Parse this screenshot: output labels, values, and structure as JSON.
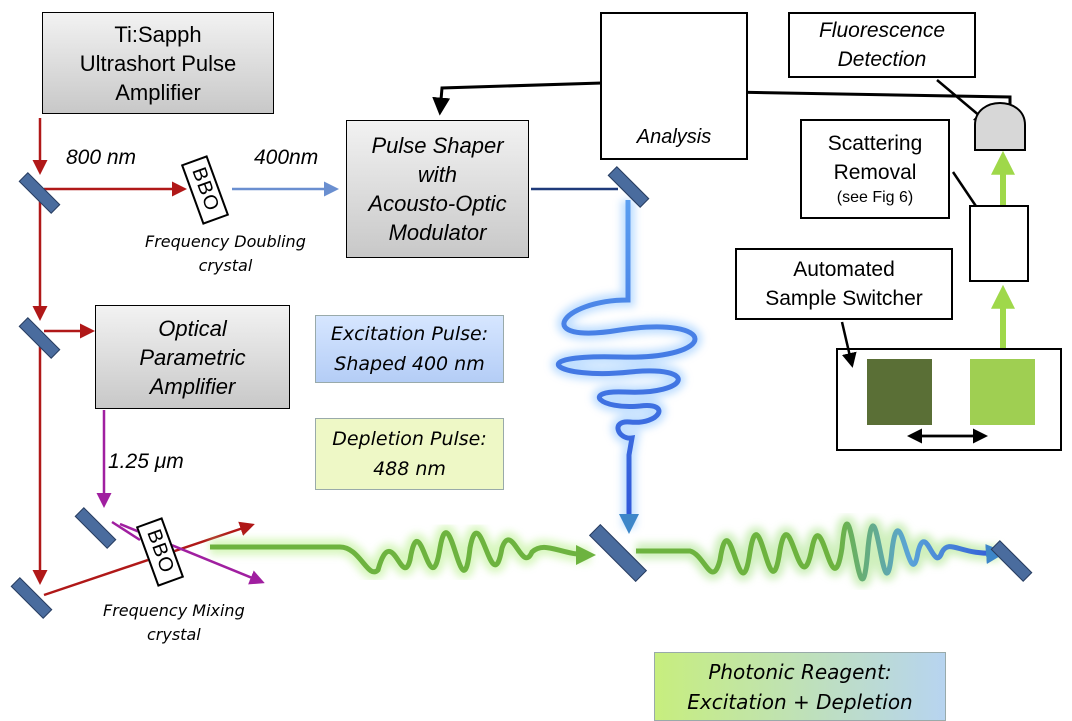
{
  "boxes": {
    "laser": "Ti:Sapph\nUltrashort Pulse\nAmplifier",
    "opa": "Optical\nParametric\nAmplifier",
    "pulse_shaper": "Pulse Shaper\nwith\nAcousto-Optic\nModulator",
    "analysis": "Analysis",
    "fluorescence": "Fluorescence\nDetection",
    "scattering_removal": "Scattering\nRemoval",
    "scattering_note": "(see Fig 6)",
    "sample_switcher": "Automated\nSample Switcher"
  },
  "crystals": {
    "bbo_top": "BBO",
    "bbo_bottom": "BBO",
    "doubling": "Frequency Doubling\ncrystal",
    "mixing": "Frequency Mixing\ncrystal"
  },
  "wavelengths": {
    "fundamental": "800 nm",
    "doubled": "400nm",
    "opa_out": "1.25 μm"
  },
  "pulses": {
    "excitation": "Excitation Pulse:\nShaped 400 nm",
    "depletion": "Depletion Pulse:\n488 nm",
    "photonic_reagent": "Photonic Reagent:\nExcitation + Depletion"
  },
  "colors": {
    "fundamental_beam": "#b01818",
    "opa_beam": "#a01fa0",
    "excitation_beam": "#3f7fe6",
    "depletion_beam": "#6db33f",
    "mirror": "#4a6c9e",
    "box_gradient_top": "#f2f2f2",
    "box_gradient_bottom": "#c8c8c8"
  }
}
